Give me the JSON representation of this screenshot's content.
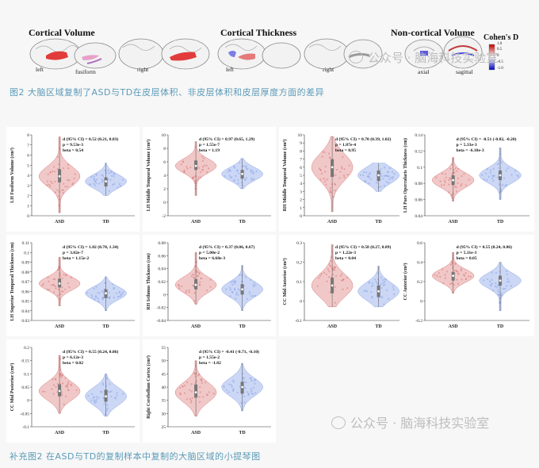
{
  "figure_top": {
    "sections": [
      {
        "title": "Cortical Volume"
      },
      {
        "title": "Cortical Thickness"
      },
      {
        "title": "Non-cortical Volume"
      }
    ],
    "labels": {
      "left1": "left",
      "fusiform": "fusiform",
      "right1": "right",
      "left2": "left",
      "right2": "right",
      "axial": "axial",
      "sagittal": "sagittal"
    },
    "legend": {
      "title": "Cohen's D",
      "ticks": [
        "1.0",
        "0.5",
        "0",
        "-0.5",
        "-1.0"
      ]
    }
  },
  "captions": {
    "fig2": "图2 大脑区域复制了ASD与TD在皮层体积、非皮层体积和皮层厚度方面的差异",
    "supp": "补充图2 在ASD与TD的复制样本中复制的大脑区域的小提琴图"
  },
  "watermark": {
    "top": "公众号 · 脑海科技实验室",
    "bottom": "公众号 · 脑海科技实验室"
  },
  "colors": {
    "asd": "#e8a3a3",
    "td": "#a9bcef",
    "asd_dot": "#d87878",
    "td_dot": "#8aa3e6",
    "caption": "#5b9bb8"
  },
  "chart_data": [
    {
      "type": "violin",
      "ylabel": "LH Fusiform Volume (cm³)",
      "categories": [
        "ASD",
        "TD"
      ],
      "ylim": [
        0,
        8
      ],
      "yticks": [
        0,
        1,
        2,
        3,
        4,
        5,
        6,
        7,
        8
      ],
      "stats": [
        "d (95% CI) = 0.52 (0.21, 0.83)",
        "p = 9.53e-3",
        "beta = 0.54"
      ],
      "groups": [
        {
          "median": 3.9,
          "q1": 3.3,
          "q3": 4.6,
          "min": 0.3,
          "max": 7.8
        },
        {
          "median": 3.4,
          "q1": 2.9,
          "q3": 3.8,
          "min": 2.0,
          "max": 5.2
        }
      ]
    },
    {
      "type": "violin",
      "ylabel": "LH Middle Temporal Volume (cm³)",
      "categories": [
        "ASD",
        "TD"
      ],
      "ylim": [
        -2,
        10
      ],
      "yticks": [
        -2,
        0,
        2,
        4,
        6,
        8,
        10
      ],
      "stats": [
        "d (95% CI) = 0.97 (0.65, 1.29)",
        "p = 1.55e-7",
        "beta = 1.19"
      ],
      "groups": [
        {
          "median": 5.4,
          "q1": 4.8,
          "q3": 6.2,
          "min": 1.0,
          "max": 9.0
        },
        {
          "median": 4.2,
          "q1": 3.5,
          "q3": 4.8,
          "min": 2.0,
          "max": 6.5
        }
      ]
    },
    {
      "type": "violin",
      "ylabel": "RH Middle Temporal Volume (cm³)",
      "categories": [
        "ASD",
        "TD"
      ],
      "ylim": [
        0,
        10
      ],
      "yticks": [
        0,
        1,
        2,
        3,
        4,
        5,
        6,
        7,
        8,
        9,
        10
      ],
      "stats": [
        "d (95% CI) = 0.70 (0.39, 1.02)",
        "p = 1.87e-4",
        "beta = 0.95"
      ],
      "groups": [
        {
          "median": 6.0,
          "q1": 4.8,
          "q3": 7.0,
          "min": 0.5,
          "max": 9.8
        },
        {
          "median": 5.0,
          "q1": 4.3,
          "q3": 5.6,
          "min": 3.0,
          "max": 6.5
        }
      ]
    },
    {
      "type": "violin",
      "ylabel": "LH Pars Opercularis Thickness (cm)",
      "categories": [
        "ASD",
        "TD"
      ],
      "ylim": [
        0.04,
        0.14
      ],
      "yticks": [
        0.04,
        0.06,
        0.08,
        0.1,
        0.12,
        0.14
      ],
      "stats": [
        "d (95% CI) = -0.51 (-0.82, -0.20)",
        "p = 5.33e-3",
        "beta = -6.10e-3"
      ],
      "groups": [
        {
          "median": 0.084,
          "q1": 0.078,
          "q3": 0.09,
          "min": 0.058,
          "max": 0.112
        },
        {
          "median": 0.09,
          "q1": 0.084,
          "q3": 0.096,
          "min": 0.06,
          "max": 0.124
        }
      ]
    },
    {
      "type": "violin",
      "ylabel": "LH Superior Temporal Thickness (cm)",
      "categories": [
        "ASD",
        "TD"
      ],
      "ylim": [
        0.03,
        0.11
      ],
      "yticks": [
        0.03,
        0.04,
        0.05,
        0.06,
        0.07,
        0.08,
        0.09,
        0.1,
        0.11
      ],
      "stats": [
        "d (95% CI) = 1.02 (0.70, 1.34)",
        "p = 3.02e-7",
        "beta = 1.15e-2"
      ],
      "groups": [
        {
          "median": 0.068,
          "q1": 0.064,
          "q3": 0.073,
          "min": 0.045,
          "max": 0.095
        },
        {
          "median": 0.058,
          "q1": 0.053,
          "q3": 0.062,
          "min": 0.04,
          "max": 0.075
        }
      ]
    },
    {
      "type": "violin",
      "ylabel": "RH Isthmus Thickness (cm)",
      "categories": [
        "ASD",
        "TD"
      ],
      "ylim": [
        -0.04,
        0.08
      ],
      "yticks": [
        -0.04,
        -0.02,
        0,
        0.02,
        0.04,
        0.06,
        0.08
      ],
      "stats": [
        "d (95% CI) = 0.37 (0.06, 0.67)",
        "p = 5.00e-2",
        "beta = 6.68e-3"
      ],
      "groups": [
        {
          "median": 0.015,
          "q1": 0.008,
          "q3": 0.024,
          "min": -0.015,
          "max": 0.065
        },
        {
          "median": 0.008,
          "q1": 0.0,
          "q3": 0.016,
          "min": -0.025,
          "max": 0.045
        }
      ]
    },
    {
      "type": "violin",
      "ylabel": "CC Mid Anterior (cm³)",
      "categories": [
        "ASD",
        "TD"
      ],
      "ylim": [
        -0.1,
        0.3
      ],
      "yticks": [
        -0.1,
        0,
        0.1,
        0.2,
        0.3
      ],
      "stats": [
        "d (95% CI) = 0.58 (0.27, 0.89)",
        "p = 1.22e-3",
        "beta = 0.04"
      ],
      "groups": [
        {
          "median": 0.08,
          "q1": 0.04,
          "q3": 0.12,
          "min": -0.03,
          "max": 0.29
        },
        {
          "median": 0.05,
          "q1": 0.02,
          "q3": 0.08,
          "min": -0.03,
          "max": 0.18
        }
      ]
    },
    {
      "type": "violin",
      "ylabel": "CC Anterior (cm³)",
      "categories": [
        "ASD",
        "TD"
      ],
      "ylim": [
        -0.2,
        0.6
      ],
      "yticks": [
        -0.2,
        0,
        0.2,
        0.4,
        0.6
      ],
      "stats": [
        "d (95% CI) = 0.55 (0.24, 0.86)",
        "p = 5.11e-3",
        "beta = 0.05"
      ],
      "groups": [
        {
          "median": 0.26,
          "q1": 0.21,
          "q3": 0.3,
          "min": 0.08,
          "max": 0.5
        },
        {
          "median": 0.21,
          "q1": 0.16,
          "q3": 0.26,
          "min": -0.1,
          "max": 0.4
        }
      ]
    },
    {
      "type": "violin",
      "ylabel": "CC Mid Posterior (cm³)",
      "categories": [
        "ASD",
        "TD"
      ],
      "ylim": [
        -0.1,
        0.2
      ],
      "yticks": [
        -0.1,
        -0.05,
        0,
        0.05,
        0.1,
        0.15,
        0.2
      ],
      "stats": [
        "d (95% CI) = 0.55 (0.24, 0.86)",
        "p = 6.12e-3",
        "beta = 0.02"
      ],
      "groups": [
        {
          "median": 0.035,
          "q1": 0.015,
          "q3": 0.06,
          "min": -0.05,
          "max": 0.17
        },
        {
          "median": 0.015,
          "q1": -0.005,
          "q3": 0.04,
          "min": -0.06,
          "max": 0.1
        }
      ]
    },
    {
      "type": "violin",
      "ylabel": "Right Cerebellum Cortex (cm³)",
      "categories": [
        "ASD",
        "TD"
      ],
      "ylim": [
        25,
        55
      ],
      "yticks": [
        25,
        30,
        35,
        40,
        45,
        50,
        55
      ],
      "stats": [
        "d (95% CI) = -0.41 (-0.71, -0.10)",
        "p = 1.55e-2",
        "beta = -1.82"
      ],
      "groups": [
        {
          "median": 38.0,
          "q1": 36.0,
          "q3": 41.0,
          "min": 29.0,
          "max": 50.0
        },
        {
          "median": 40.0,
          "q1": 37.5,
          "q3": 42.0,
          "min": 31.0,
          "max": 49.0
        }
      ]
    }
  ]
}
